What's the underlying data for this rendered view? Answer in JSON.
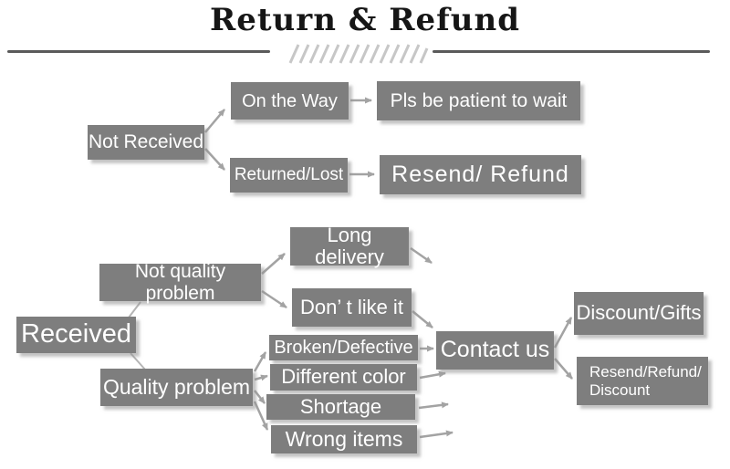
{
  "header": {
    "title": "Return & Refund"
  },
  "flowchart": {
    "nodes": {
      "not_received": "Not Received",
      "on_the_way": "On the Way",
      "pls_wait": "Pls be patient to wait",
      "returned_lost": "Returned/Lost",
      "resend_refund": "Resend/ Refund",
      "received": "Received",
      "not_quality_problem": "Not quality problem",
      "quality_problem": "Quality problem",
      "long_delivery": "Long delivery",
      "dont_like_it": "Don’ t like it",
      "broken_defective": "Broken/Defective",
      "different_color": "Different color",
      "shortage": "Shortage",
      "wrong_items": "Wrong items",
      "contact_us": "Contact us",
      "discount_gifts": "Discount/Gifts",
      "resend_refund_discount": "Resend/Refund/\nDiscount"
    },
    "colors": {
      "box_background": "#7e7e7e",
      "box_text": "#ffffff",
      "arrow": "#a3a3a3",
      "divider_line": "#5a5a5a",
      "hatch_marks": "#c7c7c7",
      "title_text": "#161616"
    }
  }
}
